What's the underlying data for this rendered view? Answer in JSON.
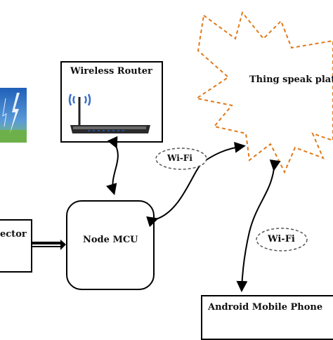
{
  "diagram": {
    "router_label": "Wireless Router",
    "cloud_label": "Thing speak platfo",
    "nodemcu_label": "Node MCU",
    "detector_label": "ector",
    "phone_label": "Android Mobile Phone",
    "wifi_label_1": "Wi-Fi",
    "wifi_label_2": "Wi-Fi"
  },
  "colors": {
    "cloud_stroke": "#e07a1a",
    "wifi_ellipse_stroke": "#555555",
    "line": "#000000",
    "router_signal": "#3a6fc9",
    "router_led": "#1b4fa3"
  },
  "icons": {
    "router": "wireless-router-icon",
    "lightning": "lightning-image"
  }
}
